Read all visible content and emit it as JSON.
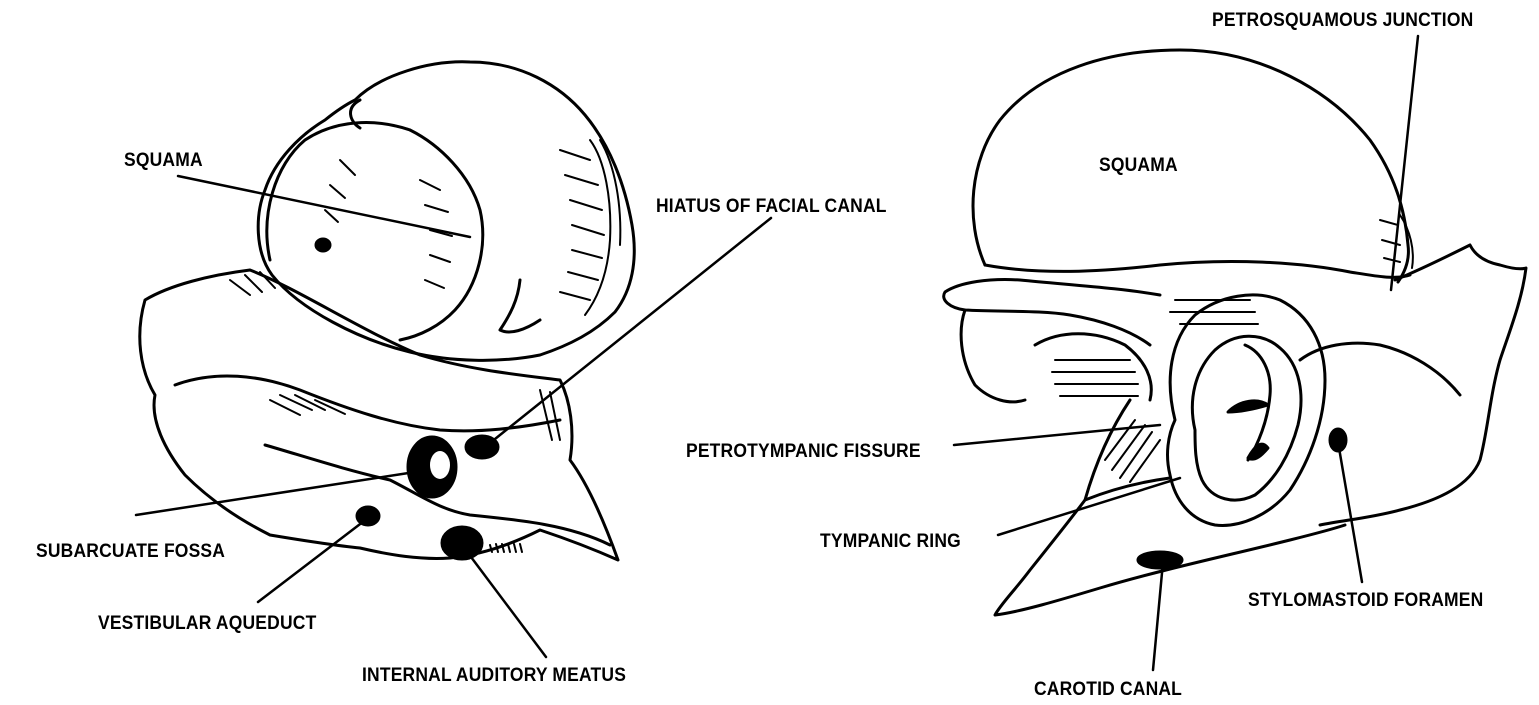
{
  "labels": {
    "squama_left": "SQUAMA",
    "hiatus_facial_canal": "HIATUS OF FACIAL CANAL",
    "subarcuate_fossa": "SUBARCUATE FOSSA",
    "vestibular_aqueduct": "VESTIBULAR AQUEDUCT",
    "internal_auditory_meatus": "INTERNAL AUDITORY MEATUS",
    "petrosquamous_junction": "PETROSQUAMOUS JUNCTION",
    "squama_right": "SQUAMA",
    "petrotympanic_fissure": "PETROTYMPANIC FISSURE",
    "tympanic_ring": "TYMPANIC RING",
    "stylomastoid_foramen": "STYLOMASTOID FORAMEN",
    "carotid_canal": "CAROTID CANAL"
  },
  "colors": {
    "ink": "#000000",
    "paper": "#ffffff"
  }
}
